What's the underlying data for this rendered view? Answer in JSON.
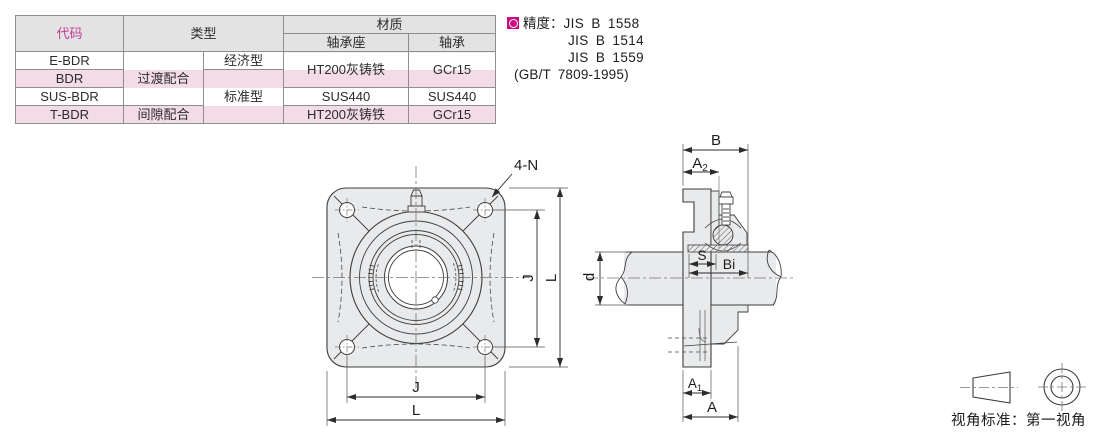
{
  "table": {
    "headers": {
      "code": "代码",
      "type": "类型",
      "material": "材质",
      "housing": "轴承座",
      "bearing": "轴承"
    },
    "rows": [
      {
        "code": "E-BDR",
        "grade": "经济型",
        "housing": "HT200灰铸铁",
        "bearing": "GCr15"
      },
      {
        "code": "BDR",
        "fit": "过渡配合",
        "grade": "标准型"
      },
      {
        "code": "SUS-BDR",
        "housing": "SUS440",
        "bearing": "SUS440"
      },
      {
        "code": "T-BDR",
        "fit": "间隙配合",
        "housing": "HT200灰铸铁",
        "bearing": "GCr15"
      }
    ]
  },
  "precision": {
    "label": "精度：",
    "standards": [
      "JIS B 1558",
      "JIS B 1514",
      "JIS B 1559"
    ],
    "gb_note": "(GB/T 7809-1995)"
  },
  "front_view": {
    "bolt_label": "4-N",
    "dim_j": "J",
    "dim_l": "L"
  },
  "side_view": {
    "dim_b": "B",
    "dim_a2_base": "A",
    "dim_a2_sub": "2",
    "dim_s": "S",
    "dim_bi": "Bi",
    "dim_d": "d",
    "dim_a1_base": "A",
    "dim_a1_sub": "1",
    "dim_a": "A"
  },
  "projection_note": {
    "label": "视角标准：",
    "value": "第一视角"
  },
  "colors": {
    "accent_magenta": "#cb0a82",
    "header_code_magenta": "#c23d96",
    "code_blue": "#0076c6",
    "row_pink": "#f3dce7",
    "header_gray": "#e3e3e3",
    "table_border": "#8e8e8e",
    "drawing_line": "#3d3d3d",
    "drawing_fill": "#e9eaec"
  }
}
